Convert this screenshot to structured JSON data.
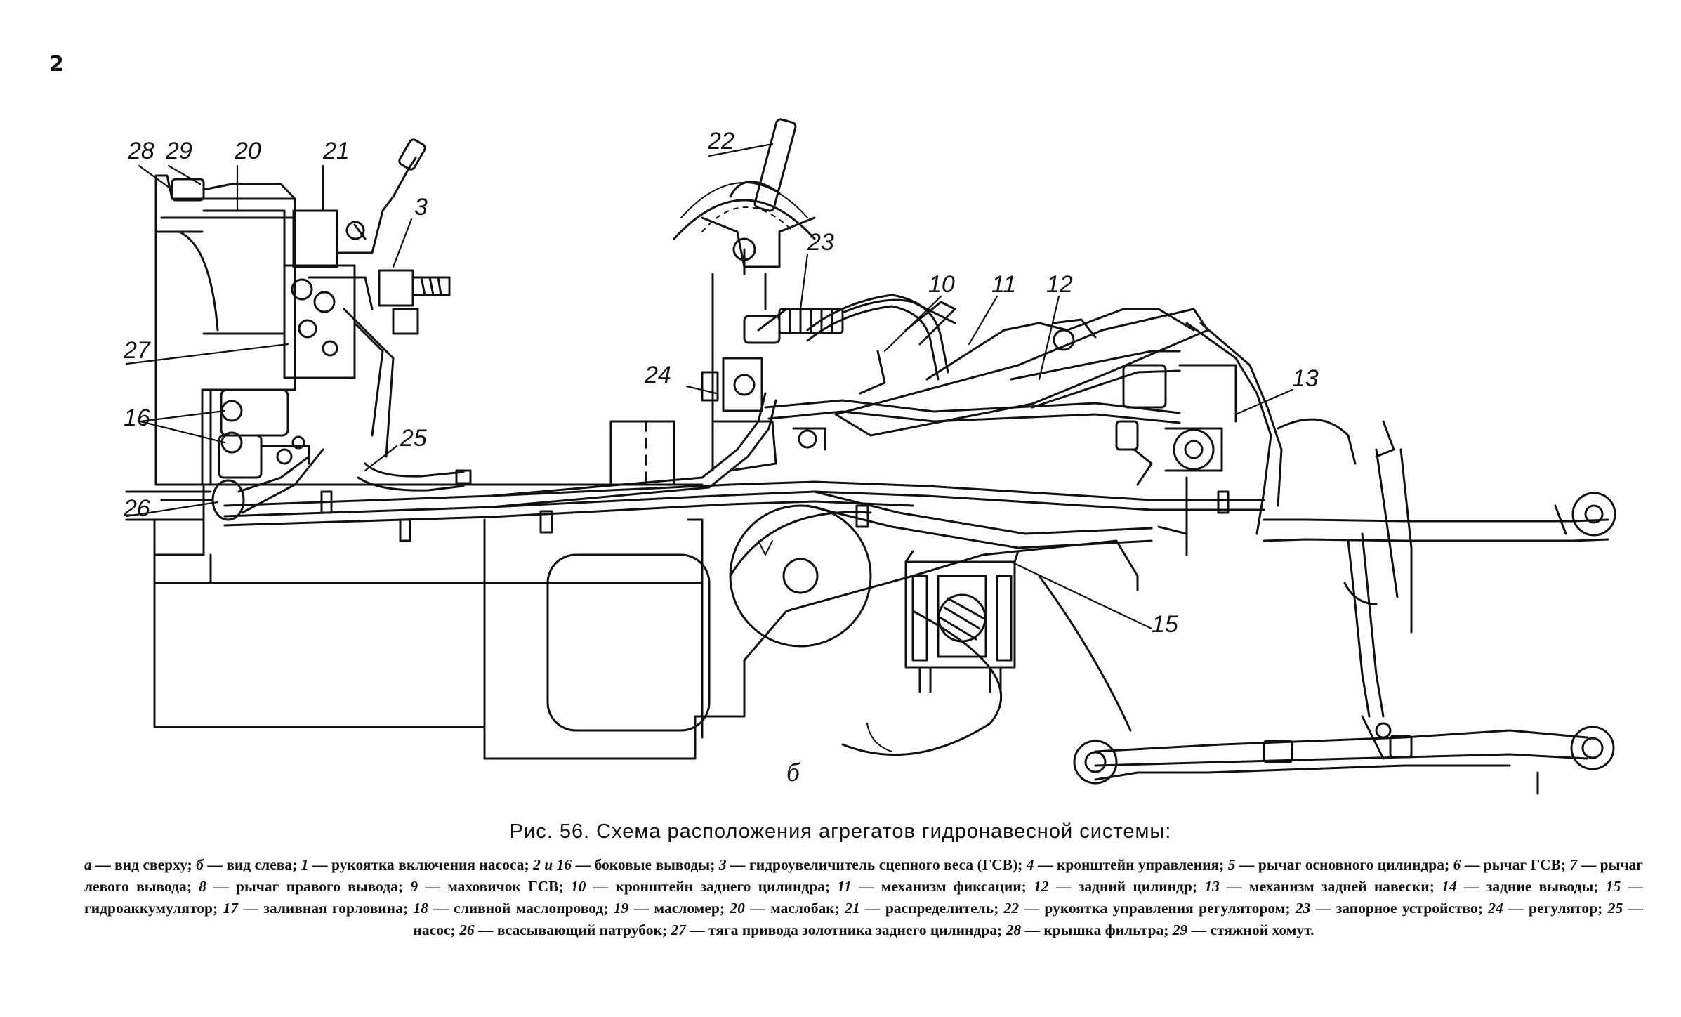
{
  "corner_mark": "2",
  "subfigure_label": "б",
  "caption": {
    "title": "Рис. 56. Схема расположения агрегатов гидронавесной системы:"
  },
  "callouts": {
    "c3": "3",
    "c10": "10",
    "c11": "11",
    "c12": "12",
    "c13": "13",
    "c15": "15",
    "c16": "16",
    "c20": "20",
    "c21": "21",
    "c22": "22",
    "c23": "23",
    "c24": "24",
    "c25": "25",
    "c26": "26",
    "c27": "27",
    "c28": "28",
    "c29": "29"
  },
  "legend": [
    {
      "key": "а",
      "text": "вид сверху"
    },
    {
      "key": "б",
      "text": "вид слева"
    },
    {
      "key": "1",
      "text": "рукоятка включения насоса"
    },
    {
      "key": "2 и 16",
      "text": "боковые выводы"
    },
    {
      "key": "3",
      "text": "гидроувеличитель сцепного веса (ГСВ)"
    },
    {
      "key": "4",
      "text": "кронштейн управления"
    },
    {
      "key": "5",
      "text": "рычаг основного цилиндра"
    },
    {
      "key": "6",
      "text": "рычаг ГСВ"
    },
    {
      "key": "7",
      "text": "рычаг левого вывода"
    },
    {
      "key": "8",
      "text": "рычаг правого вывода"
    },
    {
      "key": "9",
      "text": "маховичок ГСВ"
    },
    {
      "key": "10",
      "text": "кронштейн заднего цилиндра"
    },
    {
      "key": "11",
      "text": "механизм фиксации"
    },
    {
      "key": "12",
      "text": "задний цилиндр"
    },
    {
      "key": "13",
      "text": "механизм задней навески"
    },
    {
      "key": "14",
      "text": "задние выводы"
    },
    {
      "key": "15",
      "text": "гидроаккумулятор"
    },
    {
      "key": "17",
      "text": "заливная горловина"
    },
    {
      "key": "18",
      "text": "сливной маслопровод"
    },
    {
      "key": "19",
      "text": "масломер"
    },
    {
      "key": "20",
      "text": "маслобак"
    },
    {
      "key": "21",
      "text": "распределитель"
    },
    {
      "key": "22",
      "text": "рукоятка управления регулятором"
    },
    {
      "key": "23",
      "text": "запорное устройство"
    },
    {
      "key": "24",
      "text": "регулятор"
    },
    {
      "key": "25",
      "text": "насос"
    },
    {
      "key": "26",
      "text": "всасывающий патрубок"
    },
    {
      "key": "27",
      "text": "тяга привода золотника заднего цилиндра"
    },
    {
      "key": "28",
      "text": "крышка фильтра"
    },
    {
      "key": "29",
      "text": "стяжной хомут"
    }
  ]
}
